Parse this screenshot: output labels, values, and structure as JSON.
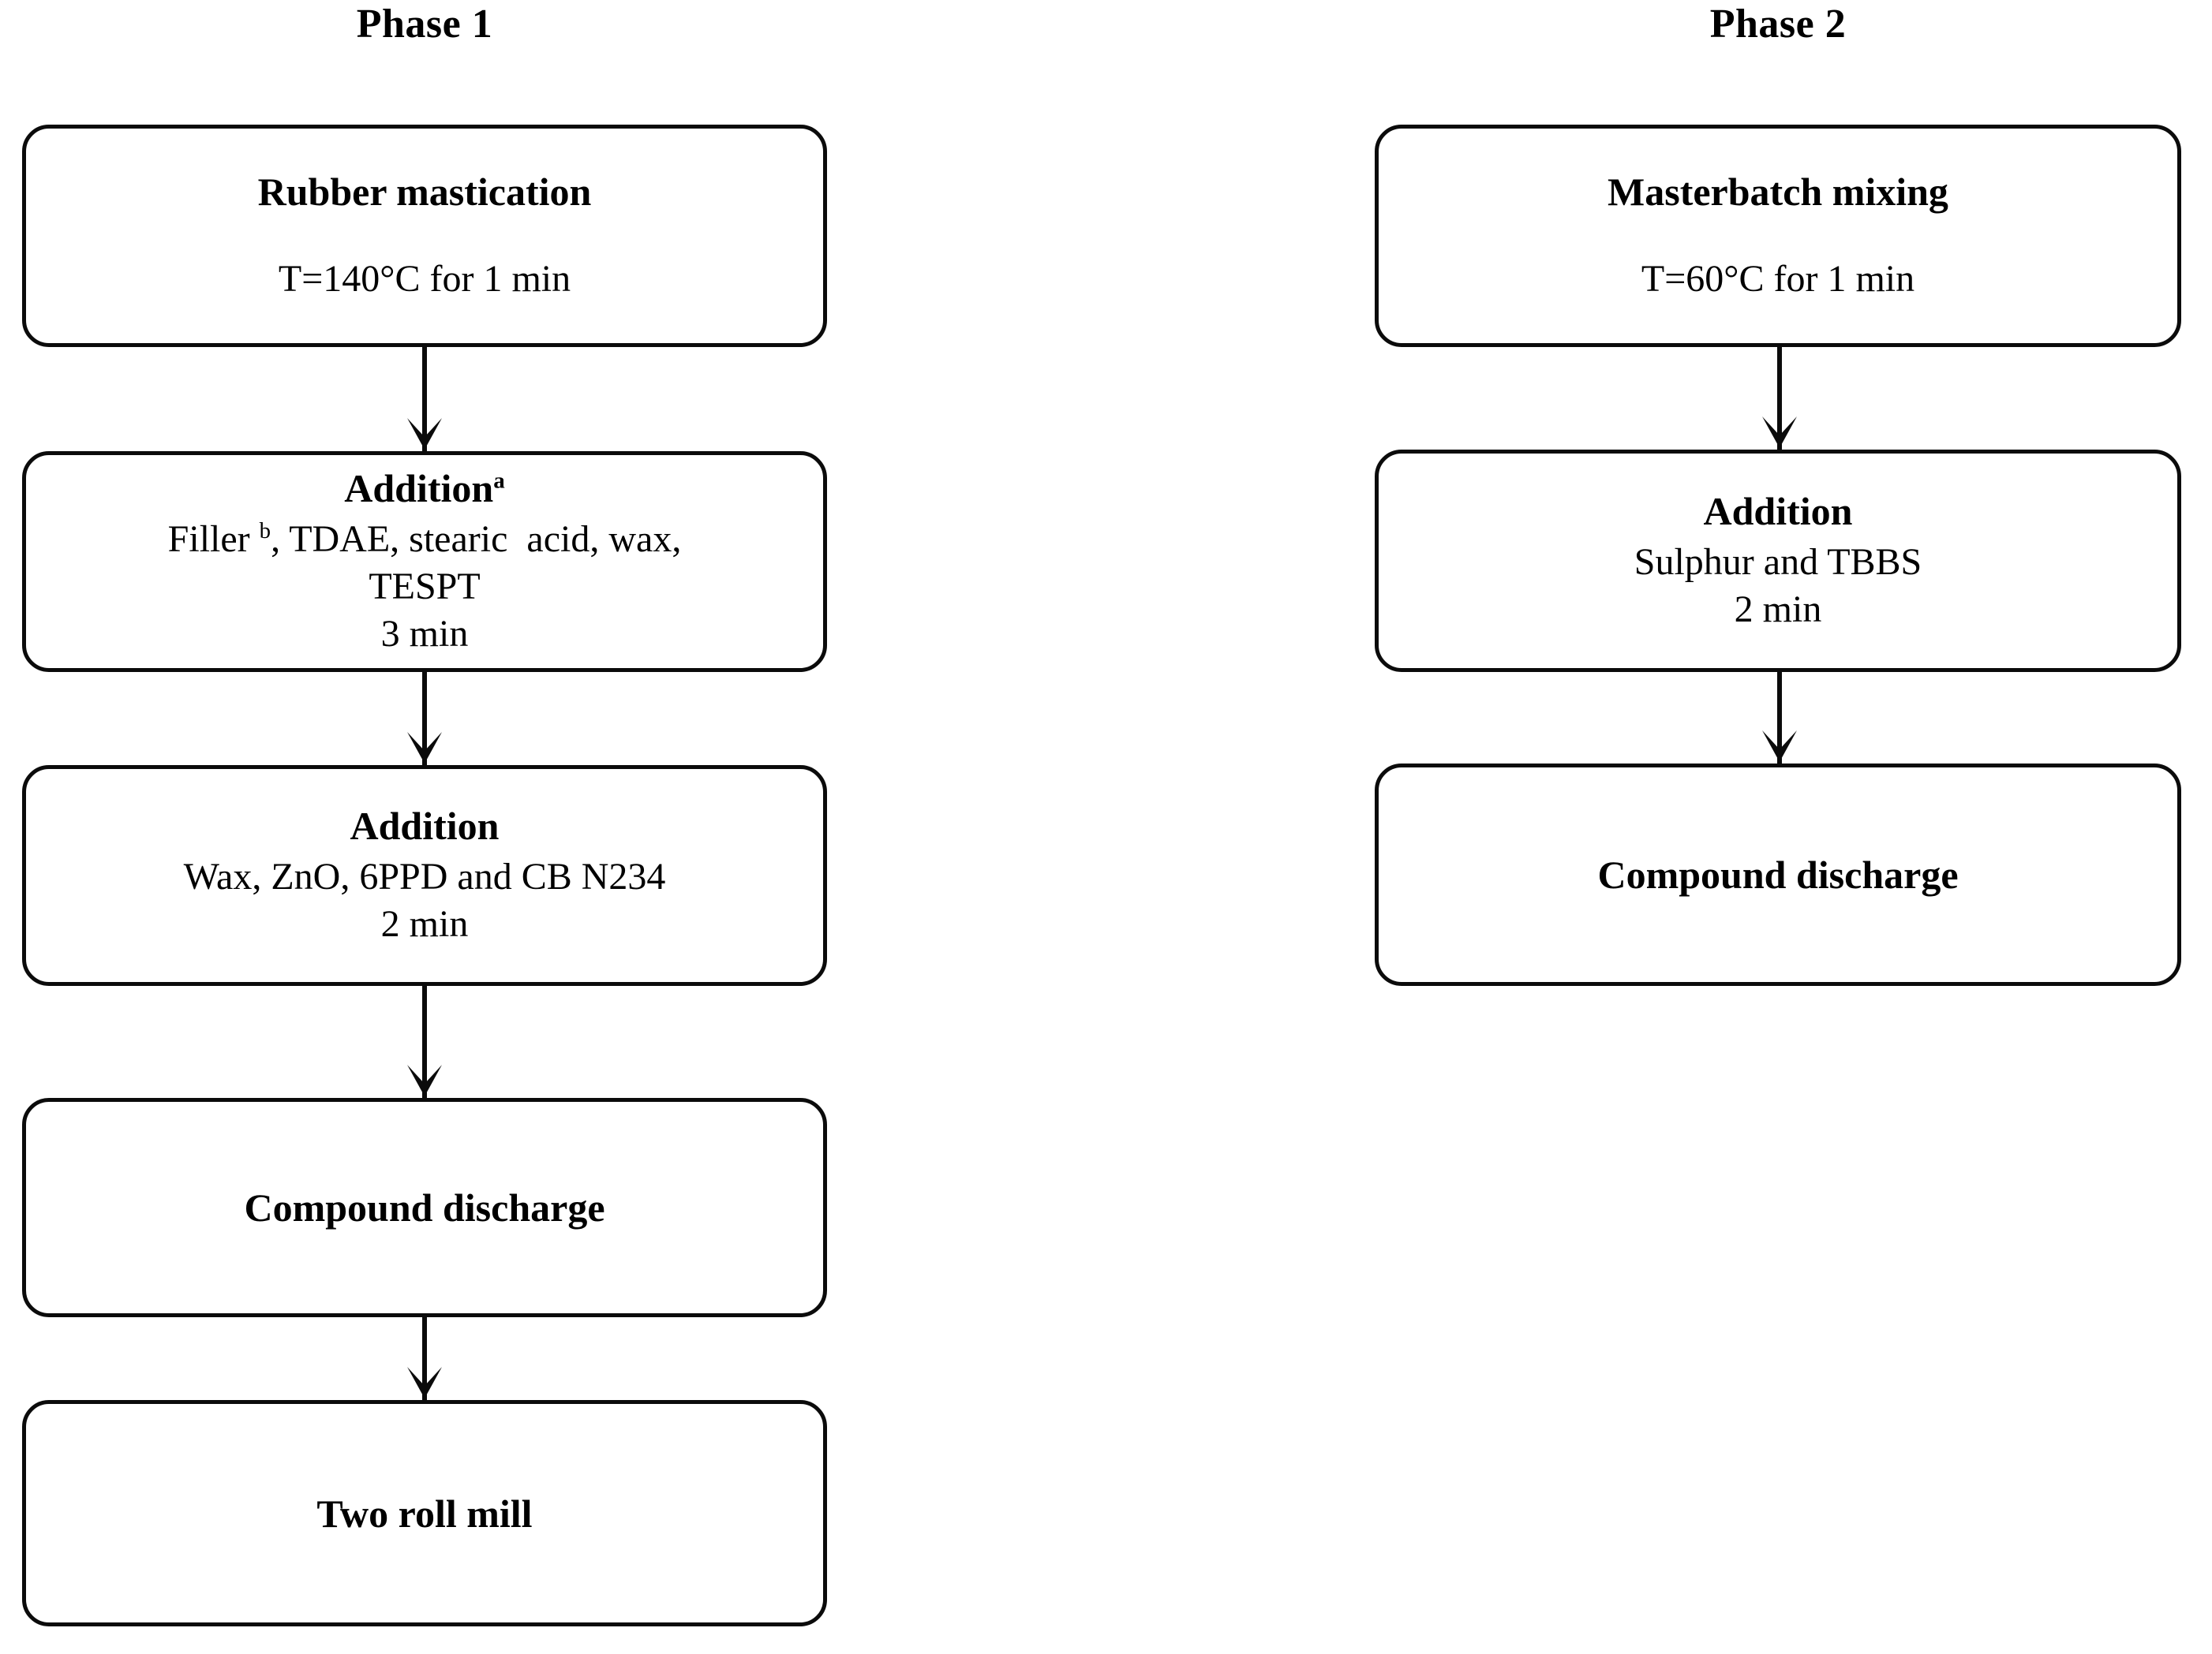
{
  "diagram": {
    "title_hidden": "Two-phase rubber compound mixing process flowchart",
    "columns": [
      {
        "id": "phase-1",
        "header": "Phase 1",
        "nodes": [
          {
            "id": "rubber-mastication",
            "title": "Rubber mastication",
            "lines": [
              "T=140°C for 1 min"
            ]
          },
          {
            "id": "addition-a",
            "title": "Addition",
            "title_superscript": "a",
            "lines": [
              "Filler , TDAE, stearic acid, wax,",
              "TESPT",
              "3 min"
            ],
            "line_superscript": "b"
          },
          {
            "id": "addition-second",
            "title": "Addition",
            "lines": [
              "Wax, ZnO, 6PPD and CB N234",
              "2 min"
            ]
          },
          {
            "id": "compound-discharge-1",
            "title": "Compound discharge",
            "lines": []
          },
          {
            "id": "two-roll-mill",
            "title": "Two roll mill",
            "lines": []
          }
        ],
        "connectors": [
          "rubber-mastication→addition-a",
          "addition-a→addition-second",
          "addition-second→compound-discharge-1",
          "compound-discharge-1→two-roll-mill"
        ]
      },
      {
        "id": "phase-2",
        "header": "Phase 2",
        "nodes": [
          {
            "id": "masterbatch-mixing",
            "title": "Masterbatch mixing",
            "lines": [
              "T=60°C for 1 min"
            ]
          },
          {
            "id": "addition-sulphur",
            "title": "Addition",
            "lines": [
              "Sulphur and TBBS",
              "2 min"
            ]
          },
          {
            "id": "compound-discharge-2",
            "title": "Compound discharge",
            "lines": []
          }
        ],
        "connectors": [
          "masterbatch-mixing→addition-sulphur",
          "addition-sulphur→compound-discharge-2"
        ]
      }
    ],
    "colors": {
      "stroke": "#0b0b0b",
      "fill": "#ffffff",
      "text": "#000000",
      "background": "#ffffff"
    }
  }
}
